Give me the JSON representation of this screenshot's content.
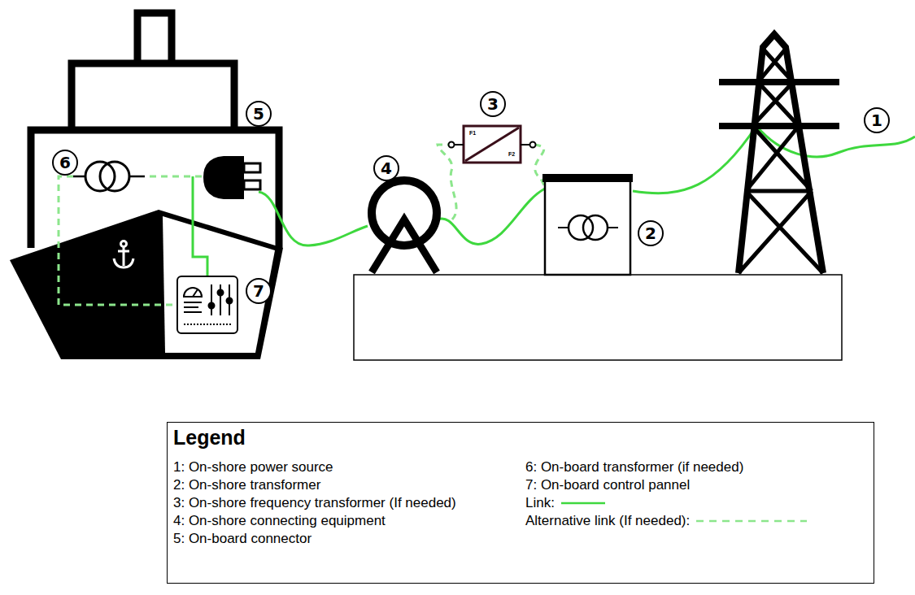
{
  "diagram": {
    "nodes": [
      {
        "text": [
          "3"
        ]
      },
      {
        "text": [
          "5"
        ]
      },
      {
        "text": [
          "1"
        ]
      },
      {
        "text": [
          "6"
        ]
      },
      {
        "text": [
          "4"
        ]
      },
      {
        "text": [
          "2"
        ]
      },
      {
        "text": [
          "7"
        ]
      }
    ],
    "labels": [
      "F1",
      "F2",
      "Legend"
    ],
    "legend": [
      {
        "text": "1: On-shore power source"
      },
      {
        "text": "2: On-shore transformer"
      },
      {
        "text": "3: On-shore frequency transformer (If needed)"
      },
      {
        "text": "4: On-shore connecting equipment"
      },
      {
        "text": "5: On-board connector"
      },
      {
        "text": "6: On-board transformer (if needed)"
      },
      {
        "text": "7: On-board control pannel"
      },
      {
        "text": "Link:"
      },
      {
        "text": "Alternative link (If needed):"
      }
    ]
  }
}
